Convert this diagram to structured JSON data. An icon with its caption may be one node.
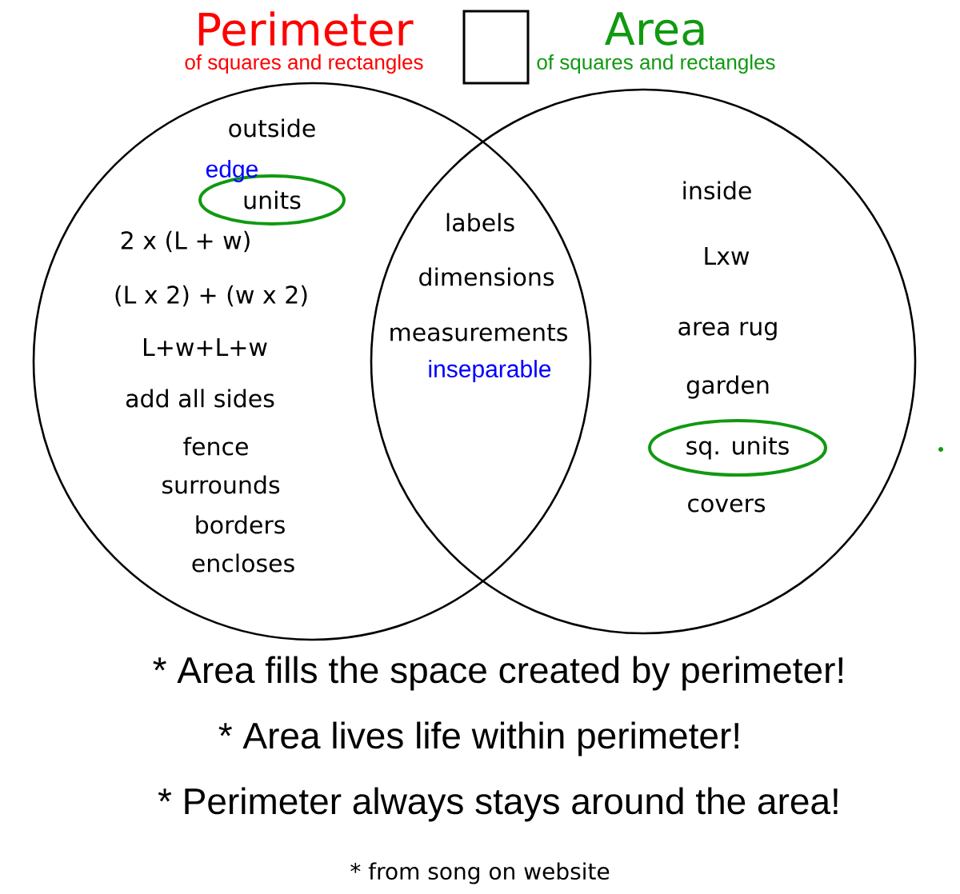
{
  "diagram": {
    "nodes": [
      {
        "text": [
          "Perimeter",
          "of squares and rectangles"
        ]
      },
      {
        "text": [
          "Area",
          "of squares and rectangles"
        ]
      },
      {
        "text": [
          "units"
        ],
        "in": 0
      },
      {
        "text": [
          "sq. units"
        ],
        "in": 1
      }
    ],
    "edges": [],
    "labels": [
      "outside",
      "edge",
      "2 x (L + w)",
      "(L x 2) + (w x 2)",
      "L+w+L+w",
      "add all sides",
      "fence",
      "surrounds",
      "borders",
      "encloses",
      "labels",
      "dimensions",
      "measurements",
      "inseparable",
      "inside",
      "Lxw",
      "area rug",
      "garden",
      "covers",
      "* Area fills the space created by perimeter!",
      "* Area lives life within perimeter!",
      "* Perimeter always stays around the area!",
      "* from song on website"
    ]
  }
}
